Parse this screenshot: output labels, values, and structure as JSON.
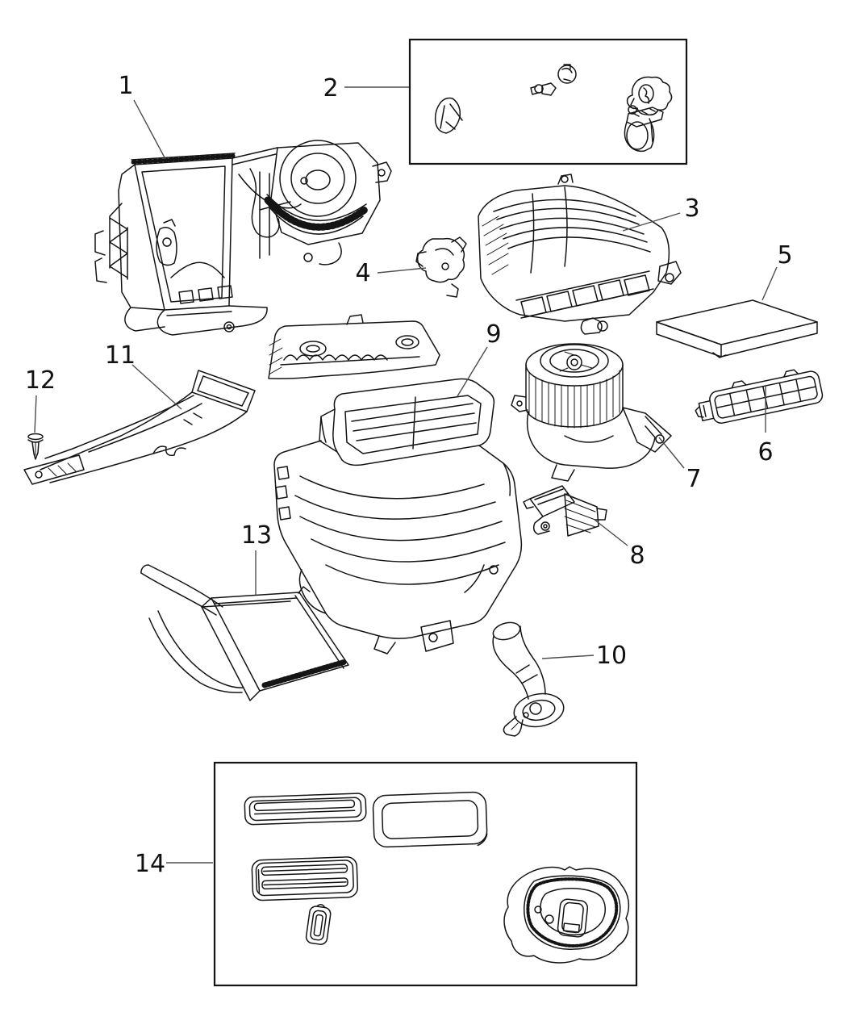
{
  "figure": {
    "kind": "exploded-parts-diagram",
    "background_color": "#ffffff",
    "line_color": "#141414",
    "leader_color": "#4d4d4d"
  },
  "callouts": [
    {
      "label": "1"
    },
    {
      "label": "2"
    },
    {
      "label": "3"
    },
    {
      "label": "4"
    },
    {
      "label": "5"
    },
    {
      "label": "6"
    },
    {
      "label": "7"
    },
    {
      "label": "8"
    },
    {
      "label": "9"
    },
    {
      "label": "10"
    },
    {
      "label": "11"
    },
    {
      "label": "12"
    },
    {
      "label": "13"
    },
    {
      "label": "14"
    }
  ]
}
